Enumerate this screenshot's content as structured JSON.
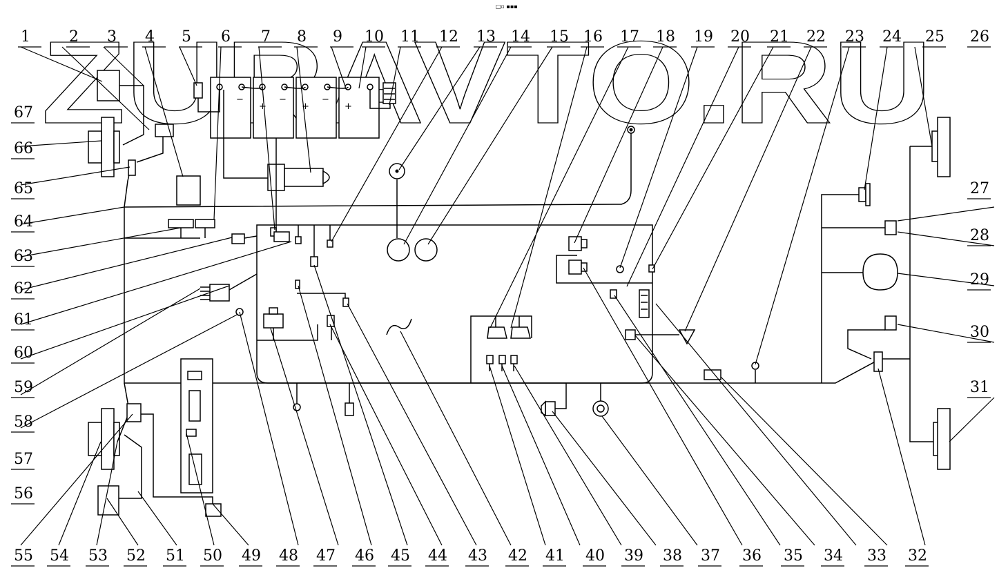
{
  "watermark": "ZURAVTO.RU",
  "top_marker": "□▫ ▪▪▪",
  "battery_signs": [
    "−",
    "+",
    "−",
    "+",
    "−",
    "+"
  ],
  "callouts": [
    "1",
    "2",
    "3",
    "4",
    "5",
    "6",
    "7",
    "8",
    "9",
    "10",
    "11",
    "12",
    "13",
    "14",
    "15",
    "16",
    "17",
    "18",
    "19",
    "20",
    "21",
    "22",
    "23",
    "24",
    "25",
    "26",
    "27",
    "28",
    "29",
    "30",
    "31",
    "32",
    "33",
    "34",
    "35",
    "36",
    "37",
    "38",
    "39",
    "40",
    "41",
    "42",
    "43",
    "44",
    "45",
    "46",
    "47",
    "48",
    "49",
    "50",
    "51",
    "52",
    "53",
    "54",
    "55",
    "56",
    "57",
    "58",
    "59",
    "60",
    "61",
    "62",
    "63",
    "64",
    "65",
    "66",
    "67"
  ]
}
